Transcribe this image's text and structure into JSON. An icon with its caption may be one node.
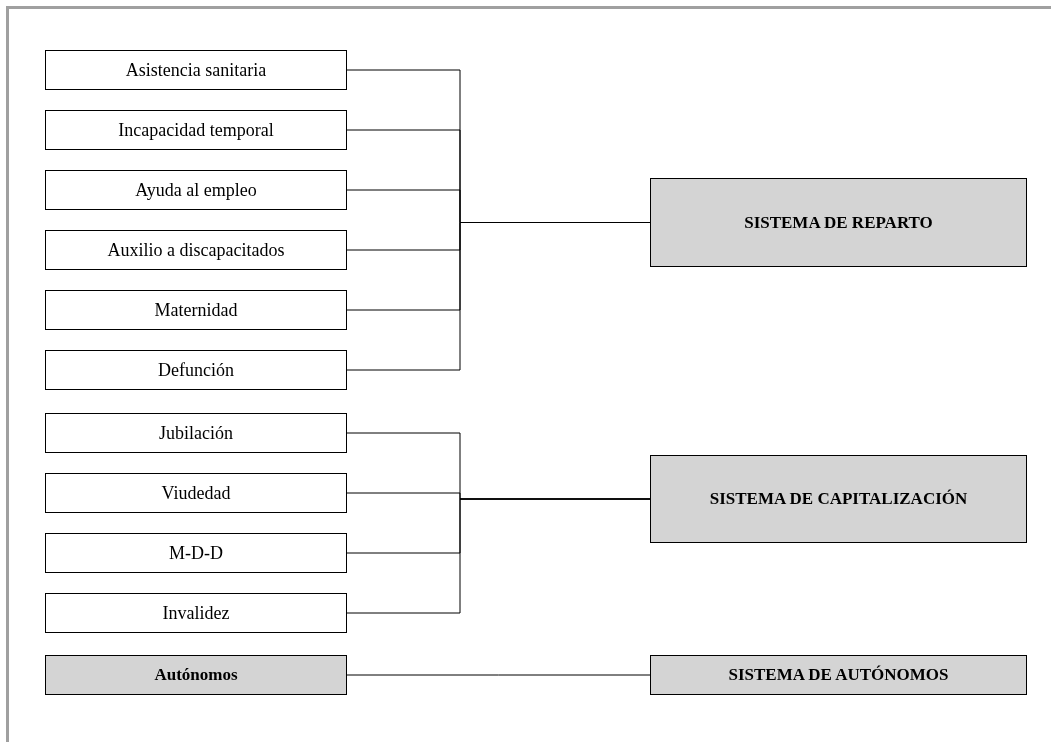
{
  "diagram": {
    "nodes": [
      {
        "text": [
          "Asistencia sanitaria"
        ]
      },
      {
        "text": [
          "Incapacidad temporal"
        ]
      },
      {
        "text": [
          "Ayuda al empleo"
        ]
      },
      {
        "text": [
          "Auxilio a discapacitados"
        ]
      },
      {
        "text": [
          "Maternidad"
        ]
      },
      {
        "text": [
          "Defunción"
        ]
      },
      {
        "text": [
          "SISTEMA DE REPARTO"
        ]
      },
      {
        "text": [
          "Jubilación"
        ]
      },
      {
        "text": [
          "Viudedad"
        ]
      },
      {
        "text": [
          "M-D-D"
        ]
      },
      {
        "text": [
          "Invalidez"
        ]
      },
      {
        "text": [
          "SISTEMA DE CAPITALIZACIÓN"
        ]
      },
      {
        "text": [
          "Autónomos"
        ]
      },
      {
        "text": [
          "SISTEMA DE AUTÓNOMOS"
        ]
      }
    ],
    "edges": [
      {
        "from": 0,
        "to": 6,
        "arrow": "none"
      },
      {
        "from": 1,
        "to": 6,
        "arrow": "none"
      },
      {
        "from": 2,
        "to": 6,
        "arrow": "none"
      },
      {
        "from": 3,
        "to": 6,
        "arrow": "none"
      },
      {
        "from": 4,
        "to": 6,
        "arrow": "none"
      },
      {
        "from": 5,
        "to": 6,
        "arrow": "none"
      },
      {
        "from": 7,
        "to": 11,
        "arrow": "none"
      },
      {
        "from": 8,
        "to": 11,
        "arrow": "none"
      },
      {
        "from": 9,
        "to": 11,
        "arrow": "none"
      },
      {
        "from": 10,
        "to": 11,
        "arrow": "none"
      },
      {
        "from": 12,
        "to": 13,
        "arrow": "none"
      }
    ]
  }
}
